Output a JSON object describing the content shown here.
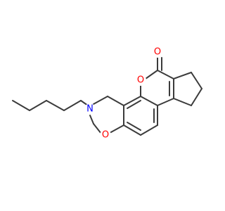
{
  "molecule": {
    "atoms": [
      {
        "id": "o_carbonyl",
        "label": "O",
        "color": "#ff0000"
      },
      {
        "id": "o_ring_lactone",
        "label": "O",
        "color": "#ff0000"
      },
      {
        "id": "n_amine",
        "label": "N",
        "color": "#0000ff"
      },
      {
        "id": "o_ring_ether",
        "label": "O",
        "color": "#ff0000"
      }
    ],
    "bond_color": "#3b3b3b"
  }
}
